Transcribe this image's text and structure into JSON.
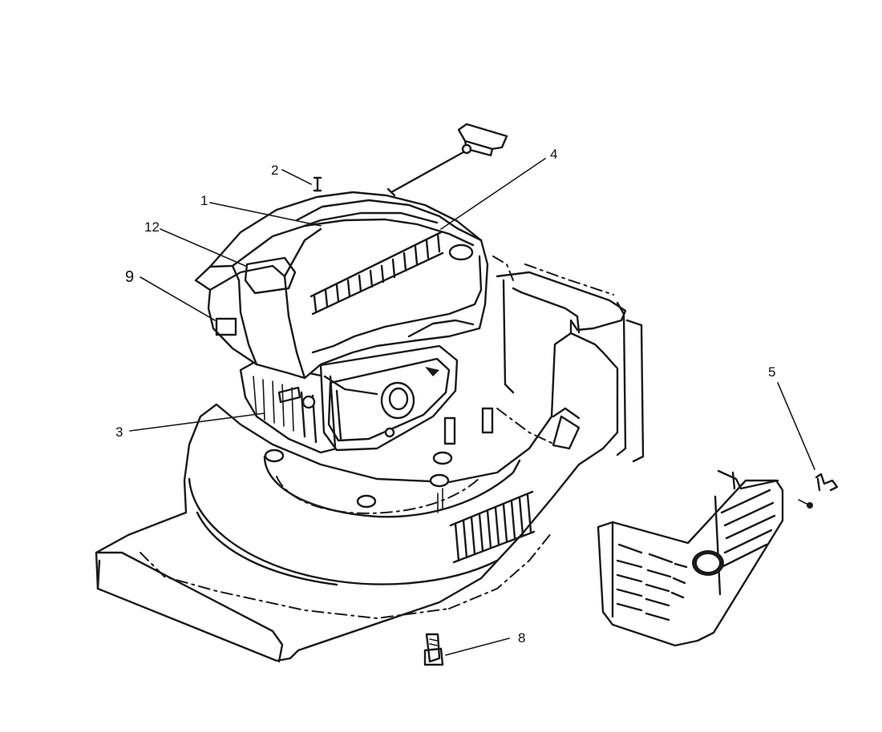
{
  "callouts": [
    {
      "id": "c1",
      "text": "1"
    },
    {
      "id": "c2",
      "text": "2"
    },
    {
      "id": "c3",
      "text": "3"
    },
    {
      "id": "c4",
      "text": "4"
    },
    {
      "id": "c5",
      "text": "5"
    },
    {
      "id": "c8",
      "text": "8"
    },
    {
      "id": "c9",
      "text": "9"
    },
    {
      "id": "c12",
      "text": "12"
    }
  ]
}
